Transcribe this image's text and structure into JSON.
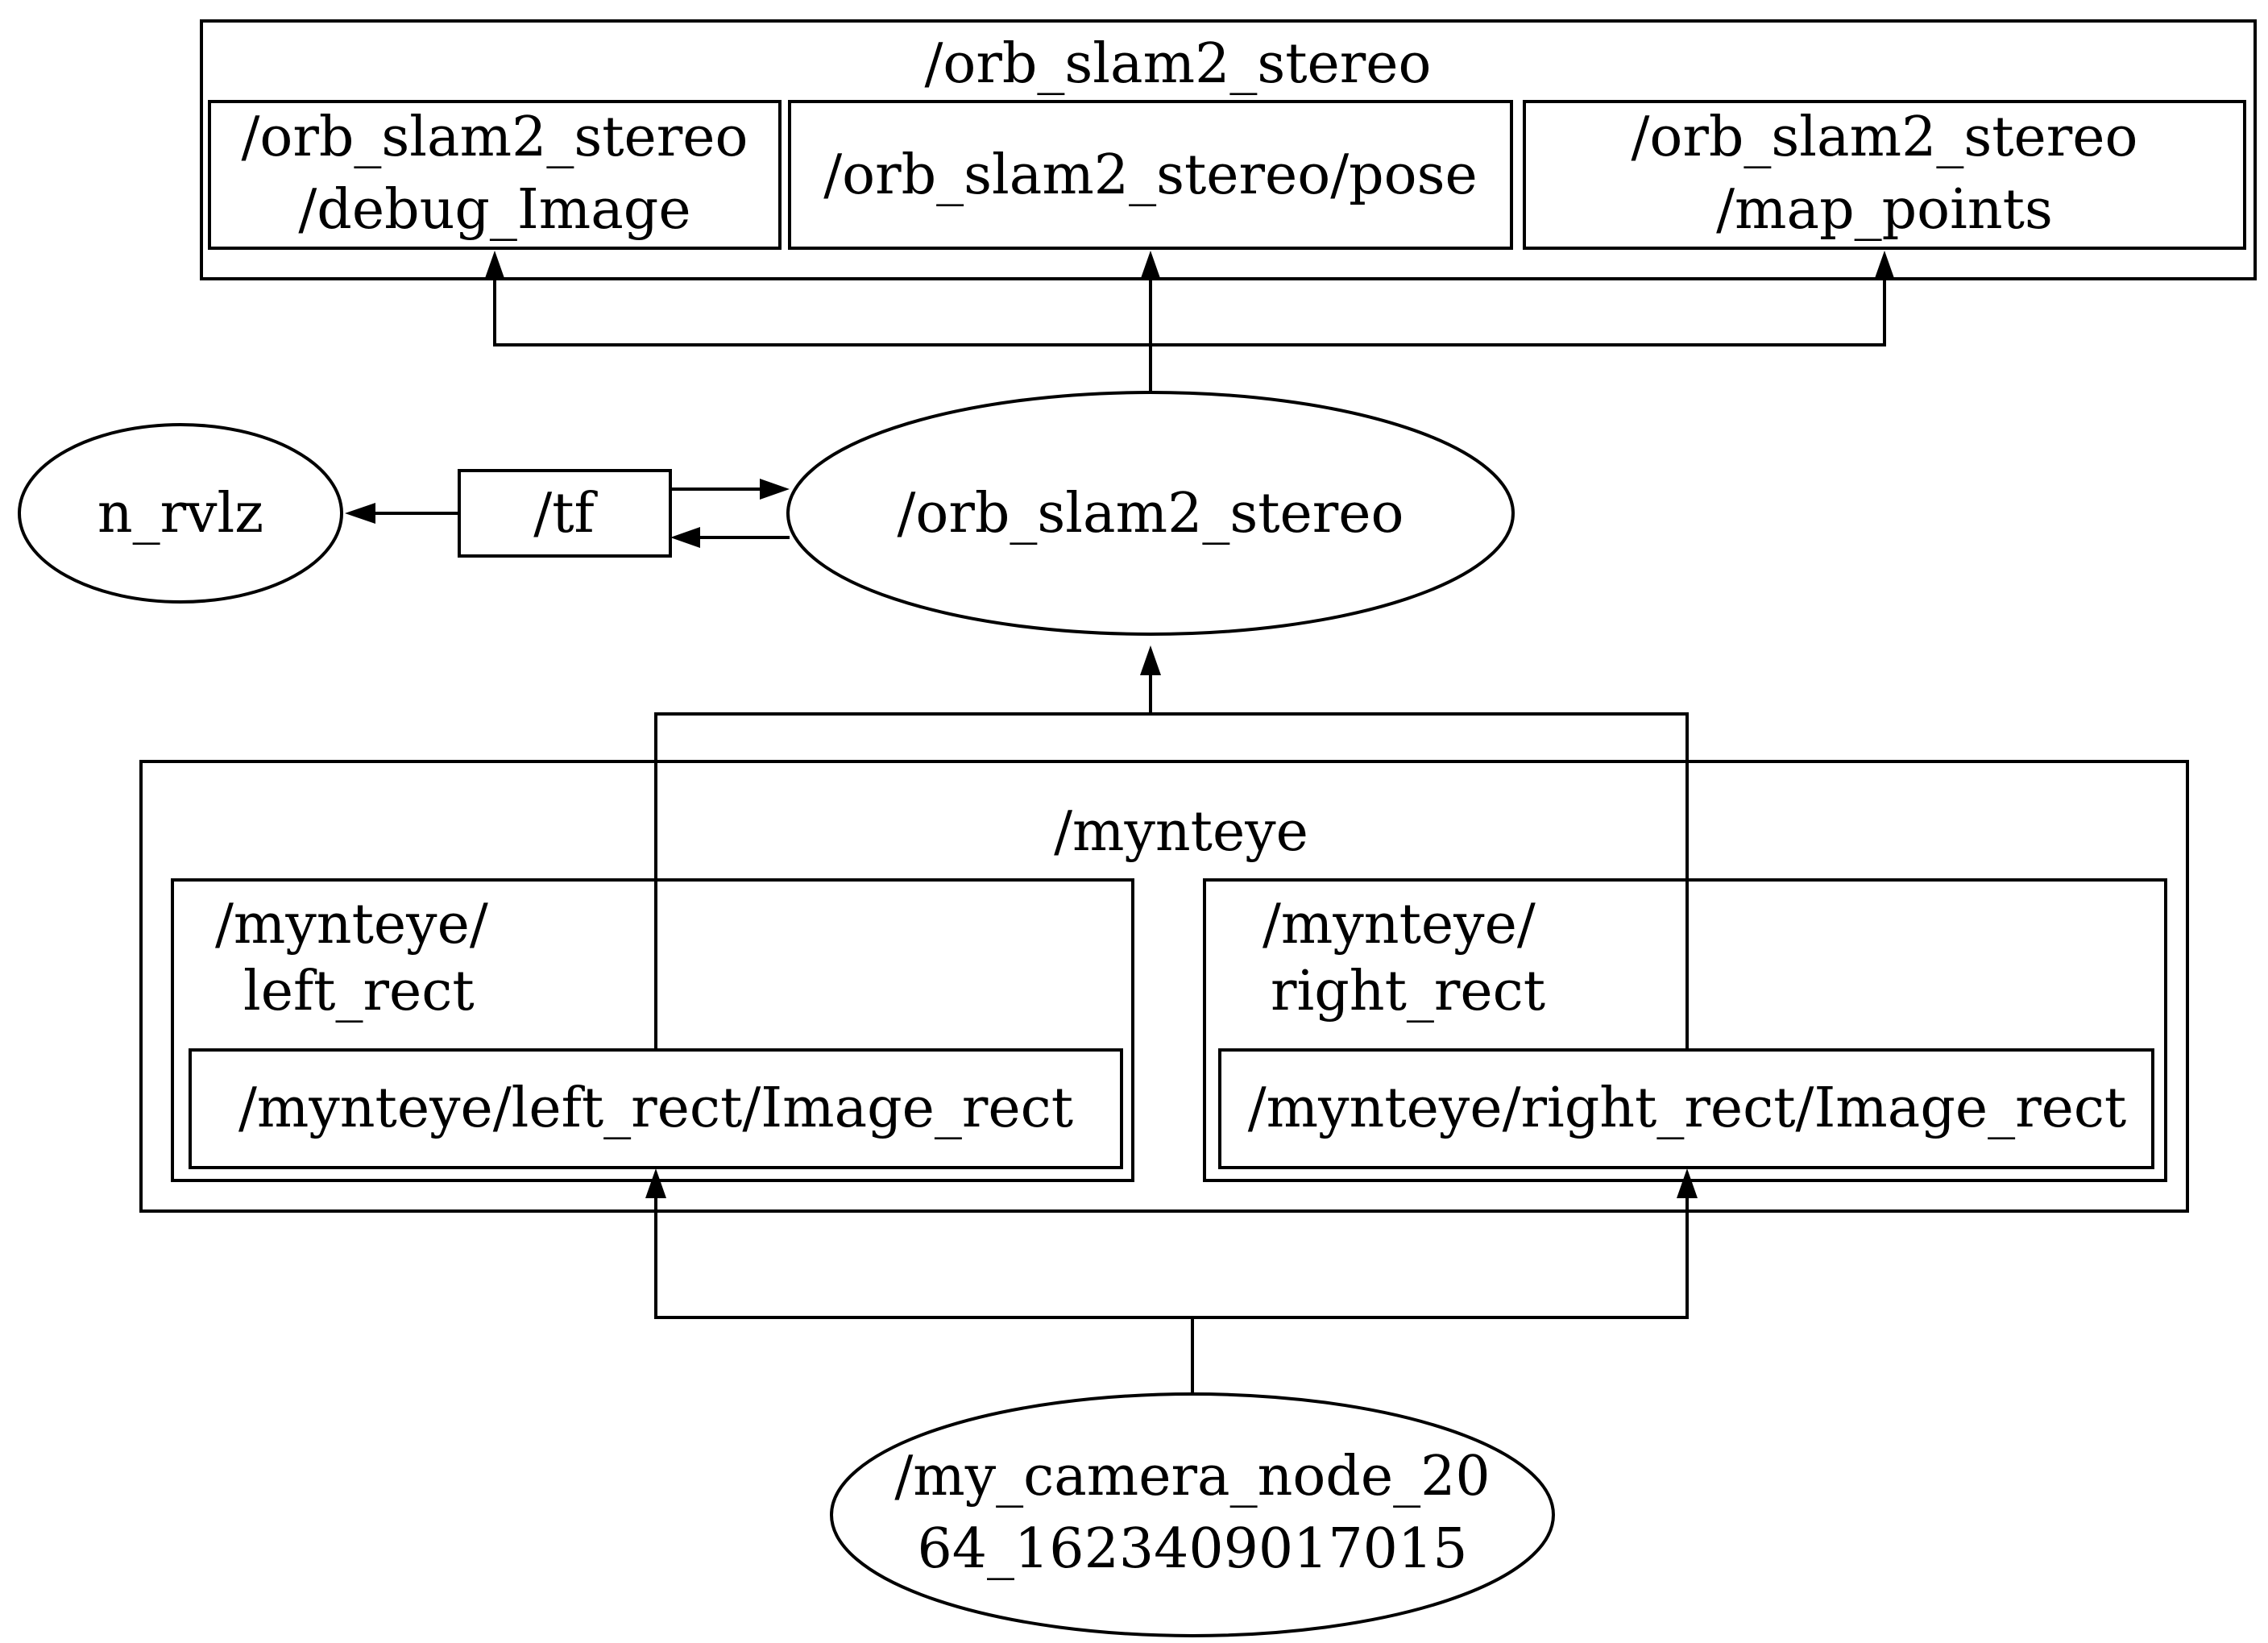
{
  "diagram": {
    "groups": {
      "orb_slam2_stereo": "/orb_slam2_stereo",
      "mynteye": "/mynteye",
      "left_rect": [
        "/mynteye/",
        "left_rect"
      ],
      "right_rect": [
        "/mynteye/",
        "right_rect"
      ]
    },
    "topics": {
      "debug_image": [
        "/orb_slam2_stereo",
        "/debug_Image"
      ],
      "pose": "/orb_slam2_stereo/pose",
      "map_points": [
        "/orb_slam2_stereo",
        "/map_points"
      ],
      "tf": "/tf",
      "left_image_rect": "/mynteye/left_rect/Image_rect",
      "right_image_rect": "/mynteye/right_rect/Image_rect"
    },
    "nodes": {
      "n_rvlz": "n_rvlz",
      "orb_slam2_stereo": "/orb_slam2_stereo",
      "camera_node": [
        "/my_camera_node_20",
        "64_1623409017015"
      ]
    },
    "edges": [
      {
        "from": "/orb_slam2_stereo",
        "to": "/orb_slam2_stereo/debug_Image"
      },
      {
        "from": "/orb_slam2_stereo",
        "to": "/orb_slam2_stereo/pose"
      },
      {
        "from": "/orb_slam2_stereo",
        "to": "/orb_slam2_stereo/map_points"
      },
      {
        "from": "/orb_slam2_stereo",
        "to": "/tf"
      },
      {
        "from": "/tf",
        "to": "/orb_slam2_stereo"
      },
      {
        "from": "/tf",
        "to": "n_rvlz"
      },
      {
        "from": "/mynteye/left_rect/Image_rect",
        "to": "/orb_slam2_stereo"
      },
      {
        "from": "/mynteye/right_rect/Image_rect",
        "to": "/orb_slam2_stereo"
      },
      {
        "from": "/my_camera_node_2064_1623409017015",
        "to": "/mynteye/left_rect/Image_rect"
      },
      {
        "from": "/my_camera_node_2064_1623409017015",
        "to": "/mynteye/right_rect/Image_rect"
      }
    ],
    "colors": {
      "line": "#000000",
      "background": "#ffffff"
    }
  }
}
